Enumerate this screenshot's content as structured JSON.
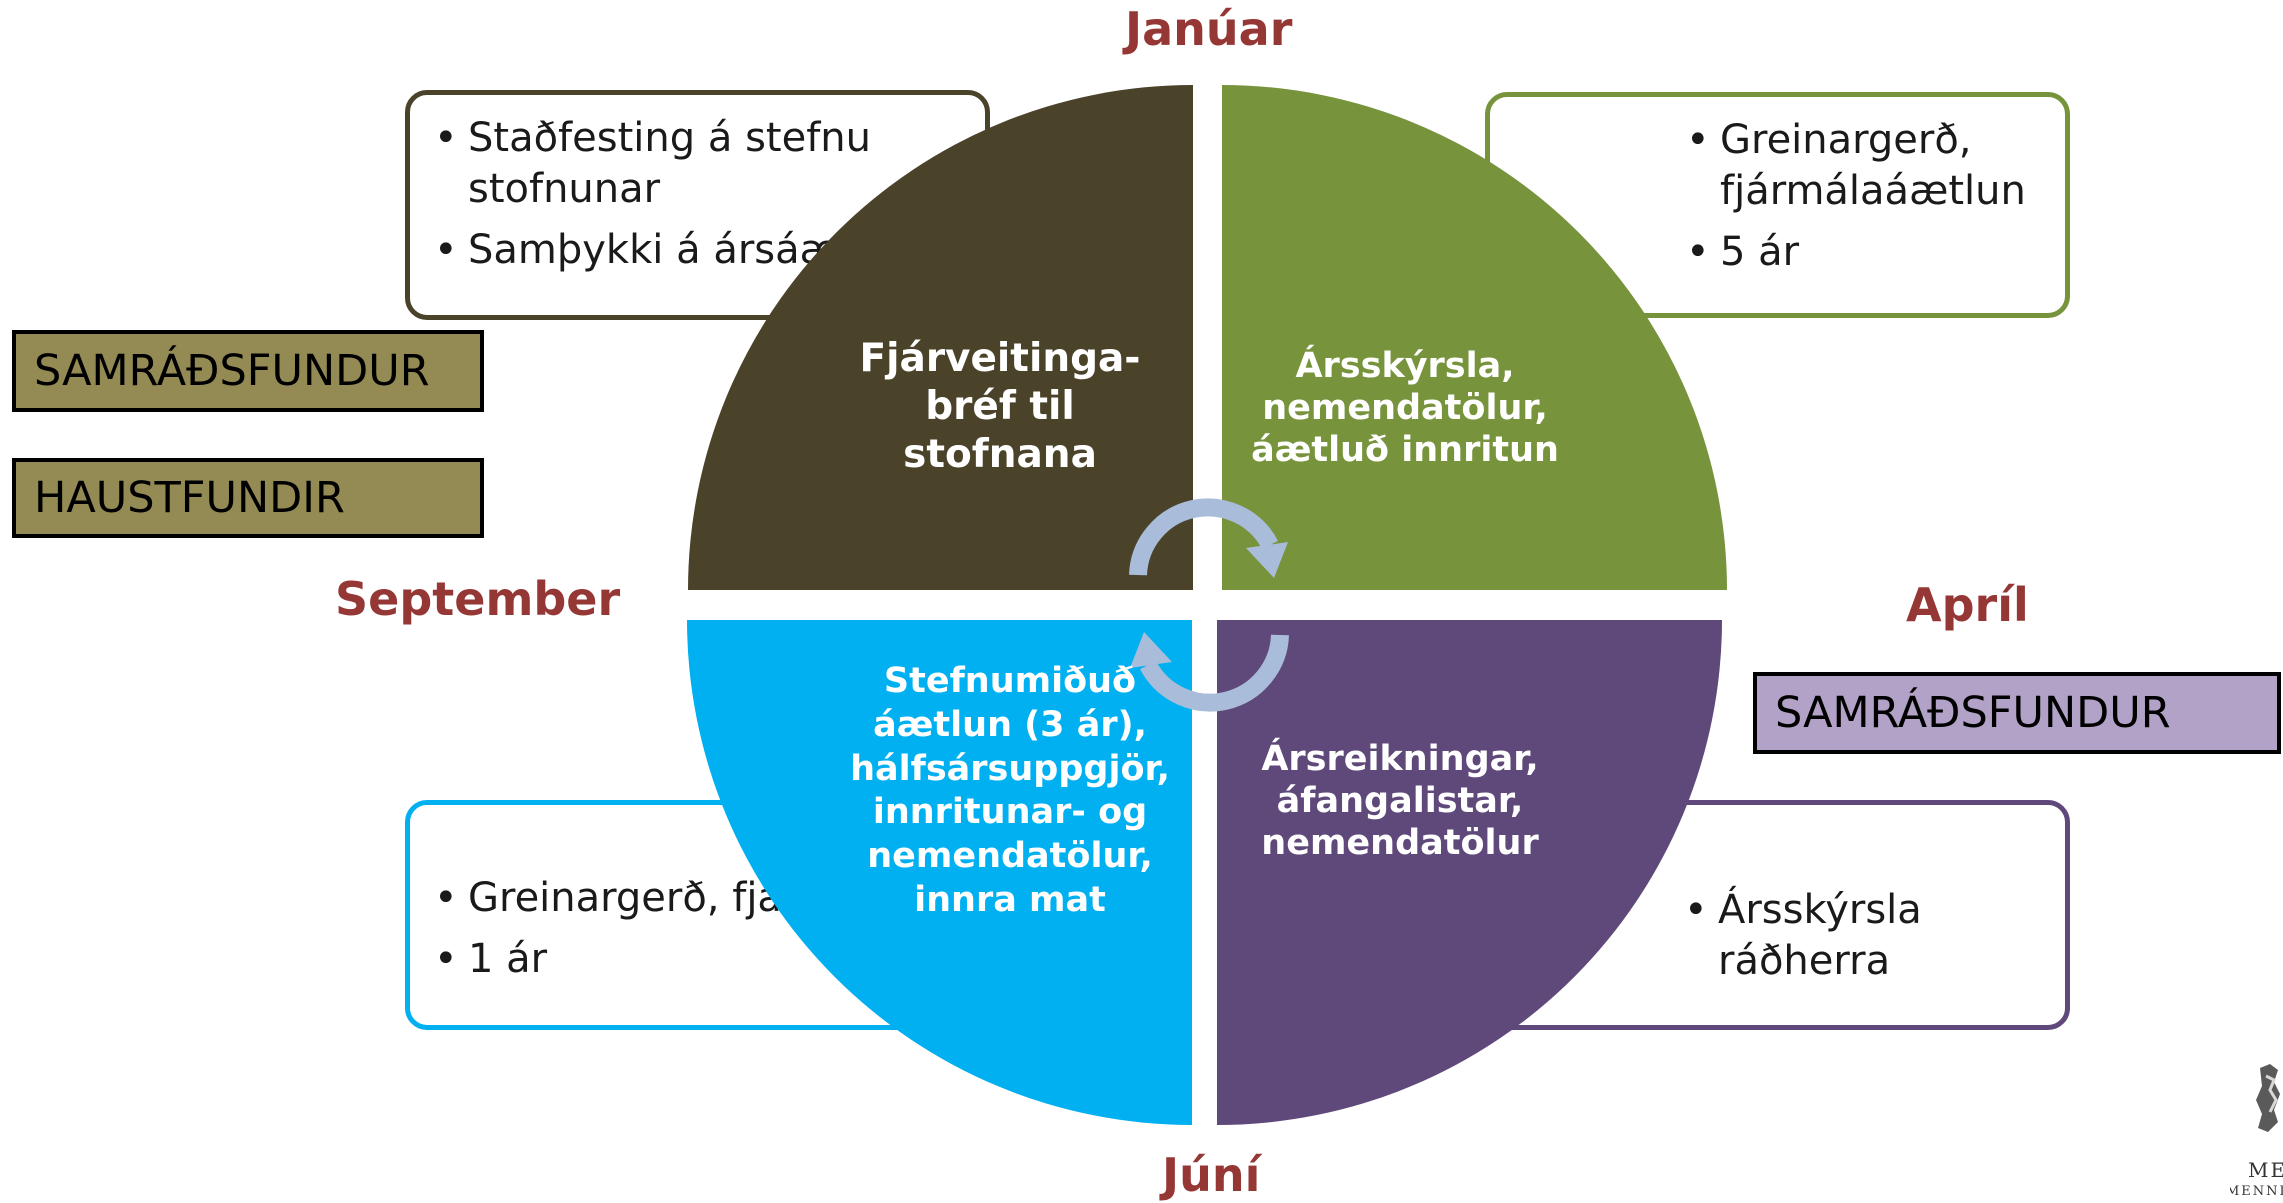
{
  "months": {
    "top": "Janúar",
    "right": "Apríl",
    "bottom": "Júní",
    "left": "September"
  },
  "quadrants": {
    "top_left": {
      "label": "Fjárveitinga-bréf til stofnana",
      "color": "#4a432a"
    },
    "top_right": {
      "label": "Ársskýrsla, nemendatölur, áætluð innritun",
      "color": "#77933c"
    },
    "bottom_right": {
      "label": "Ársreikningar, áfangalistar, nemendatölur",
      "color": "#5f497a"
    },
    "bottom_left": {
      "label": "Stefnumiðuð áætlun (3 ár), hálfsársuppgjör, innritunar- og nemendatölur, innra mat",
      "color": "#00b0f0"
    }
  },
  "callouts": {
    "top_left": {
      "items": [
        "Staðfesting á stefnu stofnunar",
        "Samþykki á ársáætlun"
      ],
      "border_color": "#4a432a"
    },
    "top_right": {
      "items": [
        "Greinargerð, fjármálaáætlun",
        "5 ár"
      ],
      "border_color": "#77933c"
    },
    "bottom_left": {
      "items": [
        "Greinargerð, fjárlög",
        "1 ár"
      ],
      "border_color": "#00b0f0"
    },
    "bottom_right": {
      "items": [
        "Ársskýrsla ráðherra"
      ],
      "border_color": "#5f497a"
    }
  },
  "tags": {
    "samradsfundur_left": {
      "label": "SAMRÁÐSFUNDUR",
      "color": "#948a54"
    },
    "haustfundir": {
      "label": "HAUSTFUNDIR",
      "color": "#948a54"
    },
    "samradsfundur_right": {
      "label": "SAMRÁÐSFUNDUR",
      "color": "#b3a2c7"
    }
  },
  "cycle_arrow_color": "#a9bcd9",
  "seal": {
    "text_line1": "ME",
    "text_line2": "MENNINGARM"
  }
}
